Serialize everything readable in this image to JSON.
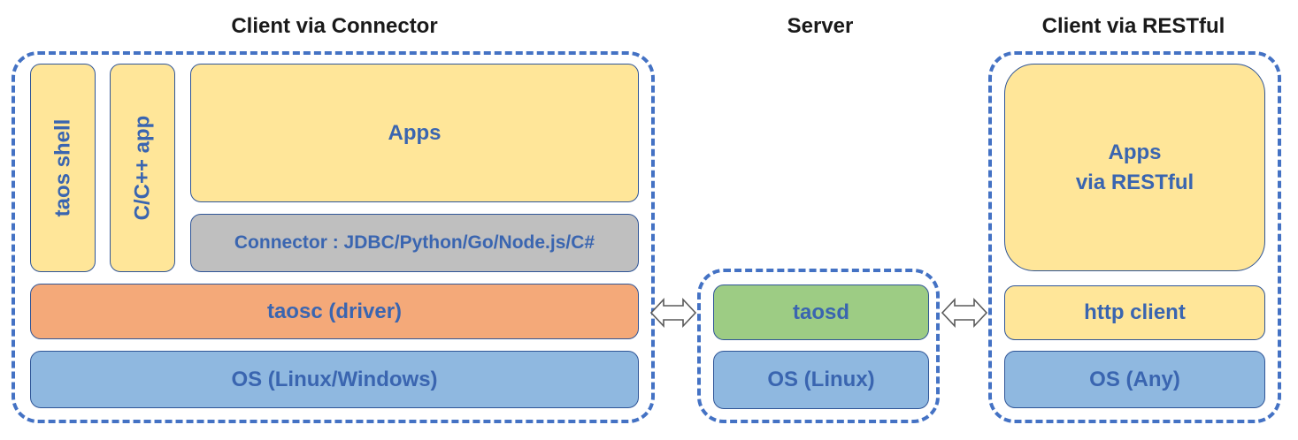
{
  "titles": {
    "connector_client": "Client via Connector",
    "server": "Server",
    "restful_client": "Client via RESTful"
  },
  "connector_client": {
    "taos_shell": "taos shell",
    "cpp_app": "C/C++ app",
    "apps": "Apps",
    "connector": "Connector : JDBC/Python/Go/Node.js/C#",
    "driver": "taosc (driver)",
    "os": "OS (Linux/Windows)"
  },
  "server": {
    "taosd": "taosd",
    "os": "OS (Linux)"
  },
  "restful_client": {
    "apps": "Apps\nvia RESTful",
    "http_client": "http client",
    "os": "OS (Any)"
  },
  "colors": {
    "dashed_border": "#4472c4",
    "box_border": "#2f5597",
    "text": "#3a65b0",
    "yellow": "#ffe699",
    "gray": "#bfbfbf",
    "orange": "#f4a979",
    "green": "#9dcc84",
    "blue": "#8fb8e0"
  },
  "icons": {
    "arrow_left": "double-arrow-icon",
    "arrow_right": "double-arrow-icon"
  }
}
